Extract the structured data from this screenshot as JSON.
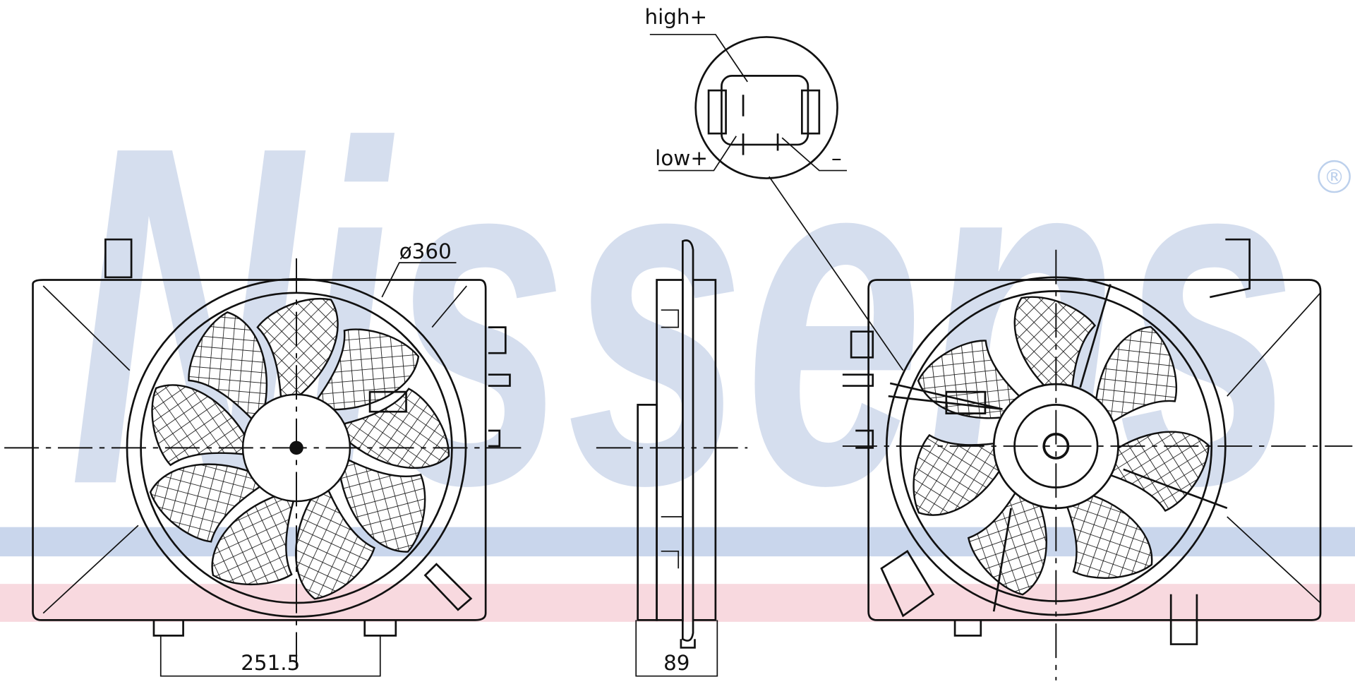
{
  "watermark": {
    "brand": "Nissens",
    "registered_mark": "®",
    "band_colors": [
      "#c9d6ec",
      "#f8d9df"
    ]
  },
  "connector": {
    "pin_high": "high+",
    "pin_low": "low+",
    "pin_ground": "–"
  },
  "dimensions": {
    "fan_diameter": "ø360",
    "mount_spacing": "251.5",
    "depth": "89"
  }
}
